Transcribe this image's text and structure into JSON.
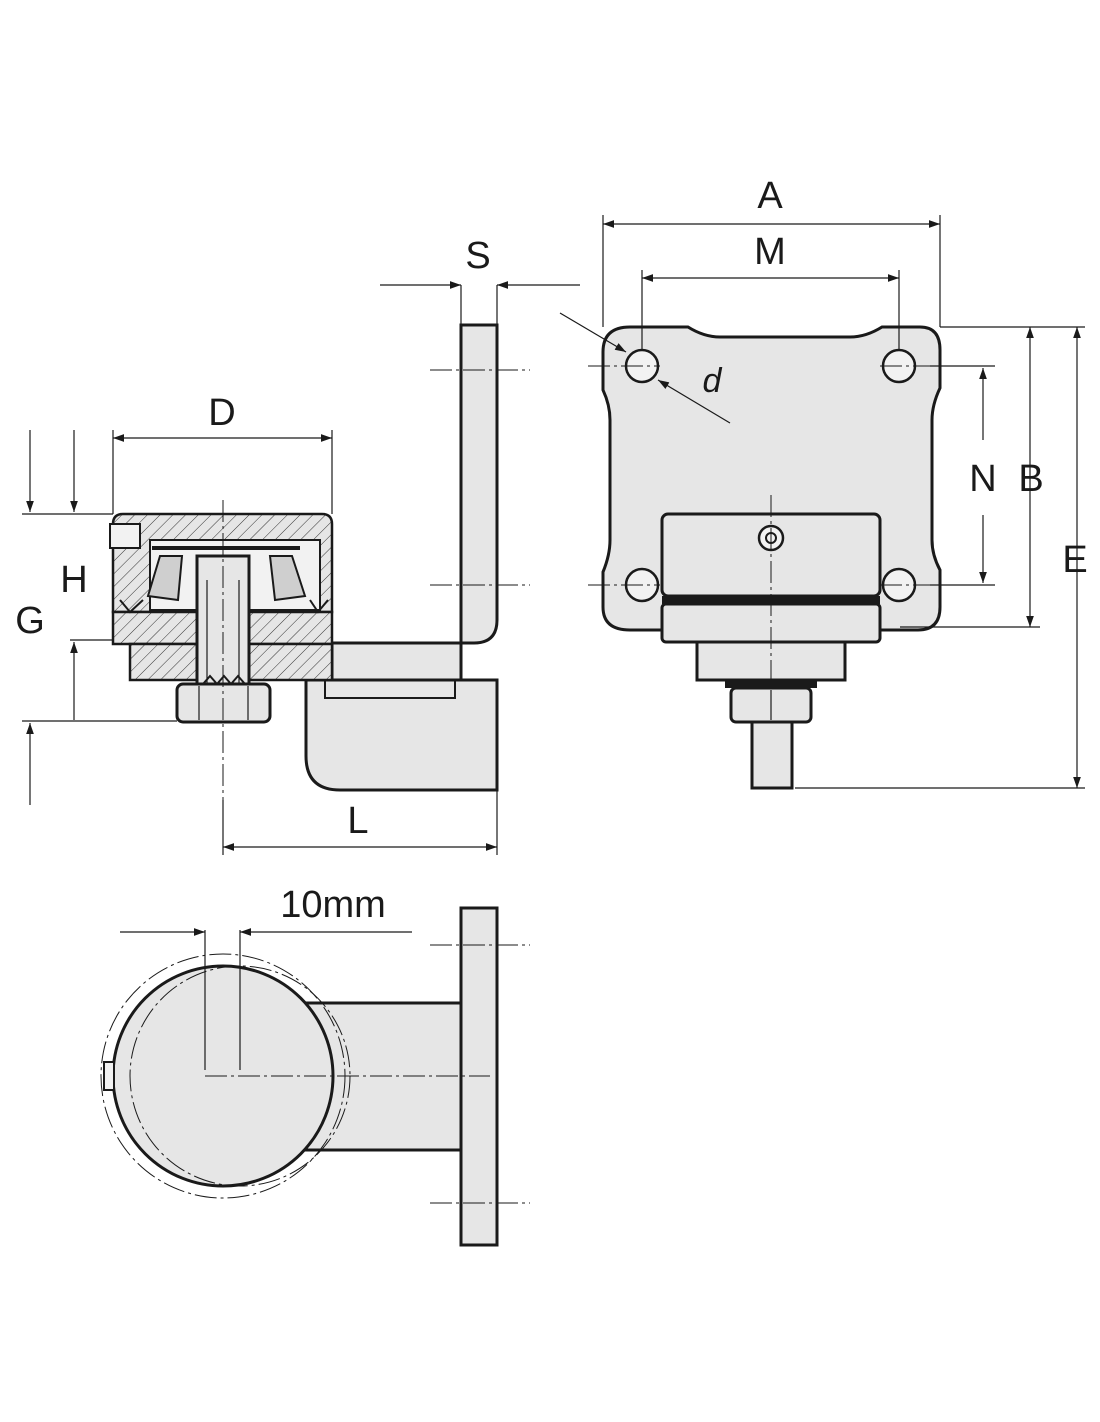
{
  "labels": {
    "S": "S",
    "A": "A",
    "M": "M",
    "D": "D",
    "d": "d",
    "N": "N",
    "B": "B",
    "E": "E",
    "H": "H",
    "G": "G",
    "L": "L",
    "offset": "10mm"
  }
}
